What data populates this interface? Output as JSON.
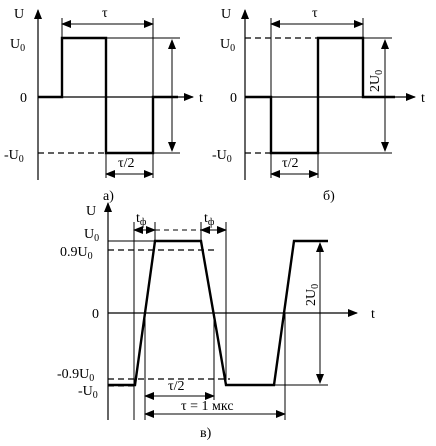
{
  "diagram_a": {
    "axis_y": "U",
    "axis_x": "t",
    "level_top": "U",
    "level_top_sub": "0",
    "level_zero": "0",
    "level_bottom": "-U",
    "level_bottom_sub": "0",
    "period": "τ",
    "half_period": "τ/2",
    "caption": "а)"
  },
  "diagram_b": {
    "axis_y": "U",
    "axis_x": "t",
    "level_top": "U",
    "level_top_sub": "0",
    "level_zero": "0",
    "level_bottom": "-U",
    "level_bottom_sub": "0",
    "period": "τ",
    "half_period": "τ/2",
    "amplitude": "2U",
    "amplitude_sub": "0",
    "caption": "б)"
  },
  "diagram_c": {
    "axis_y": "U",
    "axis_x": "t",
    "level_top": "U",
    "level_top_sub": "0",
    "level_top90": "0.9U",
    "level_top90_sub": "0",
    "level_zero": "0",
    "level_bottom90": "-0.9U",
    "level_bottom90_sub": "0",
    "level_bottom": "-U",
    "level_bottom_sub": "0",
    "rise_time": "t",
    "rise_time_sub": "ф",
    "fall_time": "t",
    "fall_time_sub": "ф",
    "half_period": "τ/2",
    "period": "τ = 1 мкс",
    "amplitude": "2U",
    "amplitude_sub": "0",
    "caption": "в)"
  }
}
